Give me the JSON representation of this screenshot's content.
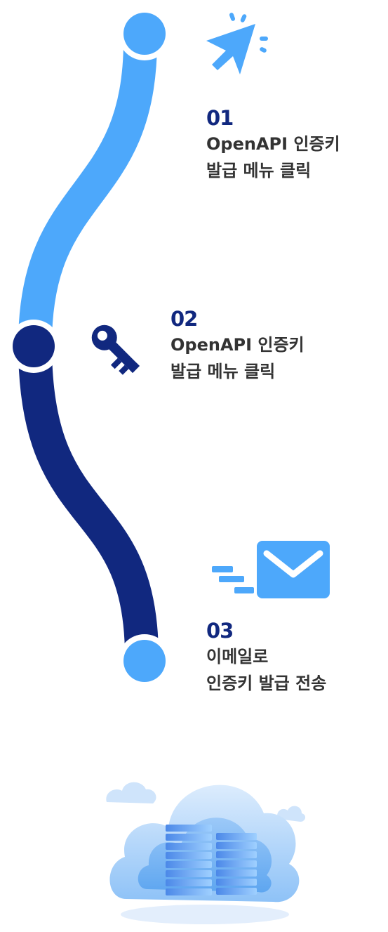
{
  "colors": {
    "light_blue": "#4da8fb",
    "navy": "#11287f",
    "text": "#333333",
    "number": "#11287f"
  },
  "steps": [
    {
      "number": "01",
      "line1": "OpenAPI 인증키",
      "line2": "발급 메뉴 클릭",
      "icon": "cursor-click-icon"
    },
    {
      "number": "02",
      "line1": "OpenAPI 인증키",
      "line2": "발급 메뉴 클릭",
      "icon": "key-icon"
    },
    {
      "number": "03",
      "line1": "이메일로",
      "line2": "인증키 발급 전송",
      "icon": "envelope-icon"
    }
  ],
  "illustration": "cloud-server-icon"
}
